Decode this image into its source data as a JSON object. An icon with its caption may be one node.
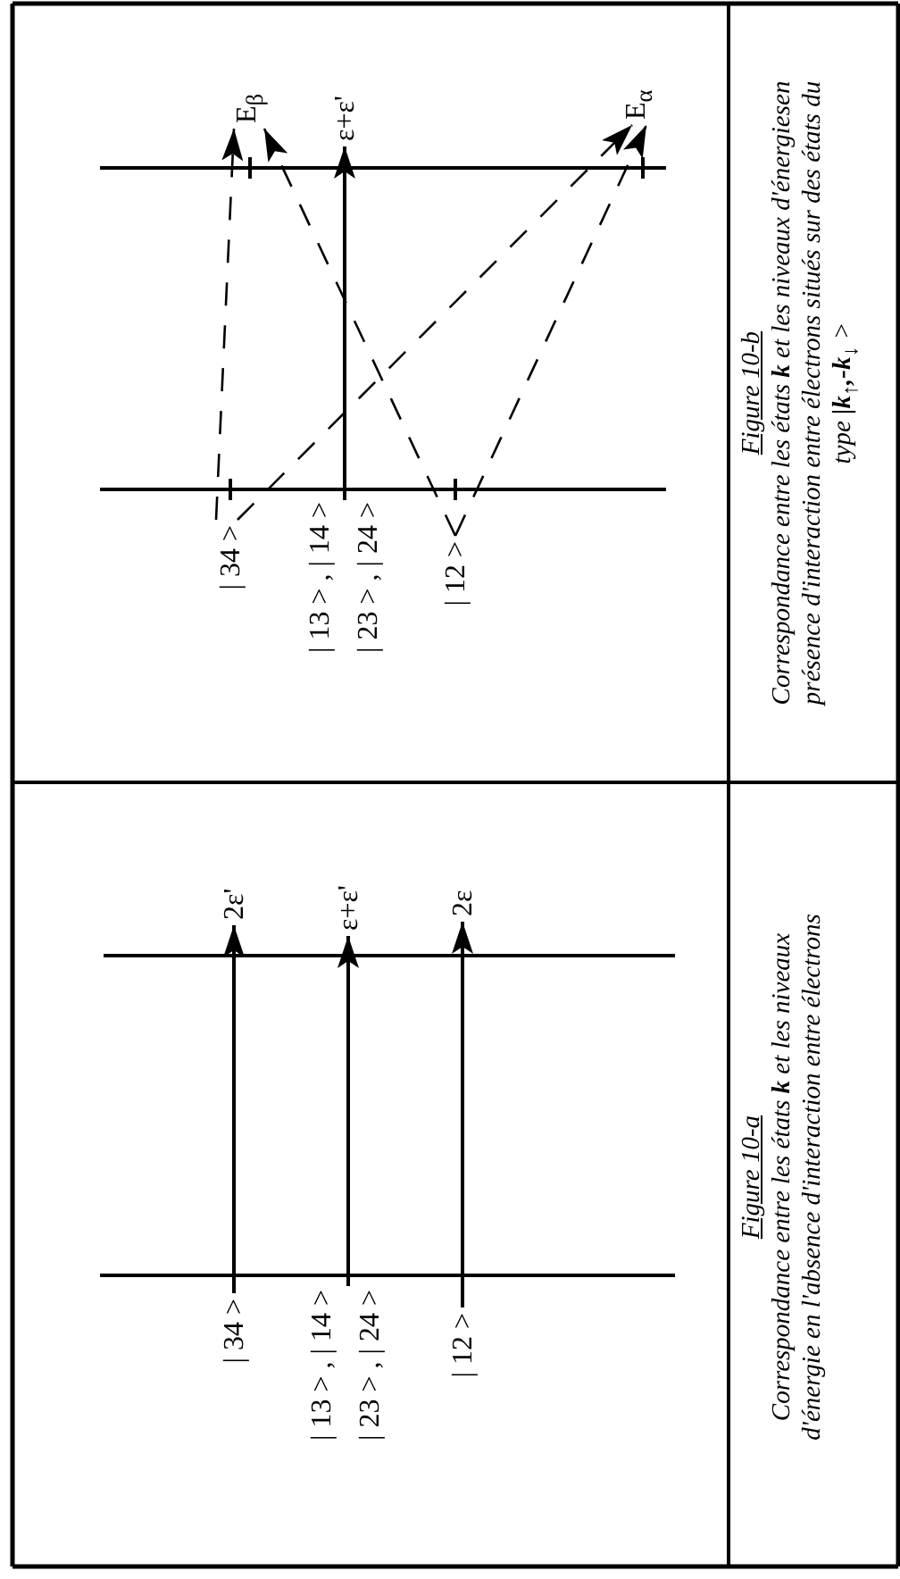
{
  "diagram": {
    "nodes": [
      {
        "text": [
          "| 34 >"
        ]
      },
      {
        "text": [
          "| 13 > , | 14 >",
          "| 23 > , | 24 >"
        ]
      },
      {
        "text": [
          "| 12 >"
        ]
      },
      {
        "text": [
          "2ε'"
        ]
      },
      {
        "text": [
          "ε+ε'"
        ]
      },
      {
        "text": [
          "2ε"
        ]
      },
      {
        "text": [
          "| 34 >"
        ]
      },
      {
        "text": [
          "| 13 > , | 14 >",
          "| 23 > , | 24 >"
        ]
      },
      {
        "text": [
          "| 12 >"
        ]
      },
      {
        "text": [
          "E$_{β}$"
        ]
      },
      {
        "text": [
          "ε+ε'"
        ]
      },
      {
        "text": [
          "E$_{α}$"
        ]
      }
    ],
    "edges": [
      {
        "from": 0,
        "to": 3,
        "arrow": "to"
      },
      {
        "from": 1,
        "to": 4,
        "arrow": "to"
      },
      {
        "from": 2,
        "to": 5,
        "arrow": "to"
      },
      {
        "from": 6,
        "to": 9,
        "arrow": "to",
        "style": "dashed"
      },
      {
        "from": 6,
        "to": 11,
        "arrow": "to",
        "style": "dashed"
      },
      {
        "from": 7,
        "to": 10,
        "arrow": "to"
      },
      {
        "from": 8,
        "to": 9,
        "arrow": "to",
        "style": "dashed"
      },
      {
        "from": 8,
        "to": 11,
        "arrow": "to",
        "style": "dashed"
      }
    ],
    "labels": [
      "Figure 10-a",
      "Correspondance entre les états **k** et les niveaux d'énergie en l'absence d'interaction entre électrons",
      "Figure 10-b",
      "Correspondance entre les états **k** et les niveaux d'énergiesen présence d'interaction entre électrons situés sur des états du type **|k**$_{↑}$**,-k**$_{↓}$ >"
    ]
  }
}
